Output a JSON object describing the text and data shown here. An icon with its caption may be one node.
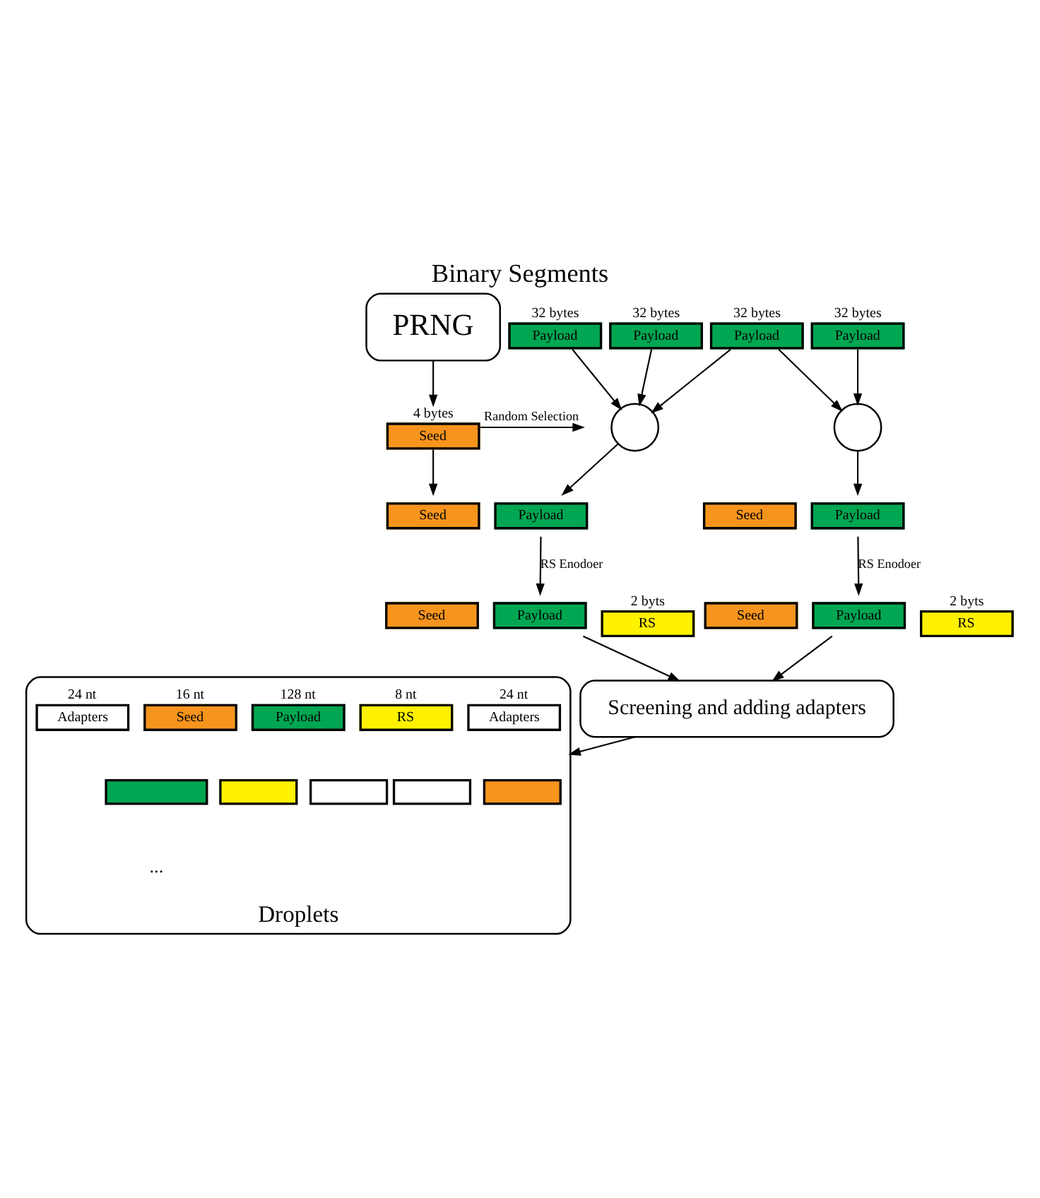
{
  "diagram": {
    "title": "Binary Segments",
    "nodes": [
      {
        "text": [
          "PRNG"
        ]
      },
      {
        "text": [
          "Seed"
        ],
        "beside": [
          "4 bytes"
        ]
      },
      {
        "text": [
          "Payload"
        ],
        "beside": [
          "32 bytes"
        ]
      },
      {
        "text": [
          "Payload"
        ],
        "beside": [
          "32 bytes"
        ]
      },
      {
        "text": [
          "Payload"
        ],
        "beside": [
          "32 bytes"
        ]
      },
      {
        "text": [
          "Payload"
        ],
        "beside": [
          "32 bytes"
        ]
      },
      {
        "text": [],
        "shape": "circle"
      },
      {
        "text": [],
        "shape": "circle"
      },
      {
        "text": [
          "Seed"
        ]
      },
      {
        "text": [
          "Payload"
        ]
      },
      {
        "text": [
          "Seed"
        ]
      },
      {
        "text": [
          "Payload"
        ]
      },
      {
        "text": [
          "Seed"
        ]
      },
      {
        "text": [
          "Payload"
        ]
      },
      {
        "text": [
          "RS"
        ],
        "beside": [
          "2 byts"
        ]
      },
      {
        "text": [
          "Seed"
        ]
      },
      {
        "text": [
          "Payload"
        ]
      },
      {
        "text": [
          "RS"
        ],
        "beside": [
          "2 byts"
        ]
      },
      {
        "text": [
          "Screening and adding adapters"
        ]
      },
      {
        "text": [
          "Droplets"
        ]
      },
      {
        "text": [
          "Adapters"
        ],
        "beside": [
          "24 nt"
        ],
        "in": 19
      },
      {
        "text": [
          "Seed"
        ],
        "beside": [
          "16 nt"
        ],
        "in": 19
      },
      {
        "text": [
          "Payload"
        ],
        "beside": [
          "128 nt"
        ],
        "in": 19
      },
      {
        "text": [
          "RS"
        ],
        "beside": [
          "8 nt"
        ],
        "in": 19
      },
      {
        "text": [
          "Adapters"
        ],
        "beside": [
          "24 nt"
        ],
        "in": 19
      },
      {
        "text": [],
        "shape": "box",
        "in": 19
      },
      {
        "text": [],
        "shape": "box",
        "in": 19
      },
      {
        "text": [],
        "shape": "box",
        "in": 19
      },
      {
        "text": [],
        "shape": "box",
        "in": 19
      },
      {
        "text": [],
        "shape": "box",
        "in": 19
      }
    ],
    "edges": [
      {
        "from": 0,
        "to": 1,
        "arrow": "to"
      },
      {
        "from": 1,
        "to": null,
        "arrow": "to",
        "label": "Random Selection"
      },
      {
        "from": 1,
        "to": 8,
        "arrow": "to"
      },
      {
        "from": 2,
        "to": 6,
        "arrow": "to"
      },
      {
        "from": 3,
        "to": 6,
        "arrow": "to"
      },
      {
        "from": 4,
        "to": 6,
        "arrow": "to"
      },
      {
        "from": 4,
        "to": 7,
        "arrow": "to"
      },
      {
        "from": 5,
        "to": 7,
        "arrow": "to"
      },
      {
        "from": 6,
        "to": 9,
        "arrow": "to"
      },
      {
        "from": 7,
        "to": 11,
        "arrow": "to"
      },
      {
        "from": 9,
        "to": 13,
        "arrow": "to",
        "label": "RS Enodoer"
      },
      {
        "from": 11,
        "to": 16,
        "arrow": "to",
        "label": "RS Enodoer"
      },
      {
        "from": 13,
        "to": 18,
        "arrow": "to"
      },
      {
        "from": 16,
        "to": 18,
        "arrow": "to"
      },
      {
        "from": 18,
        "to": 19,
        "arrow": "to"
      }
    ],
    "labels": [
      "..."
    ]
  }
}
